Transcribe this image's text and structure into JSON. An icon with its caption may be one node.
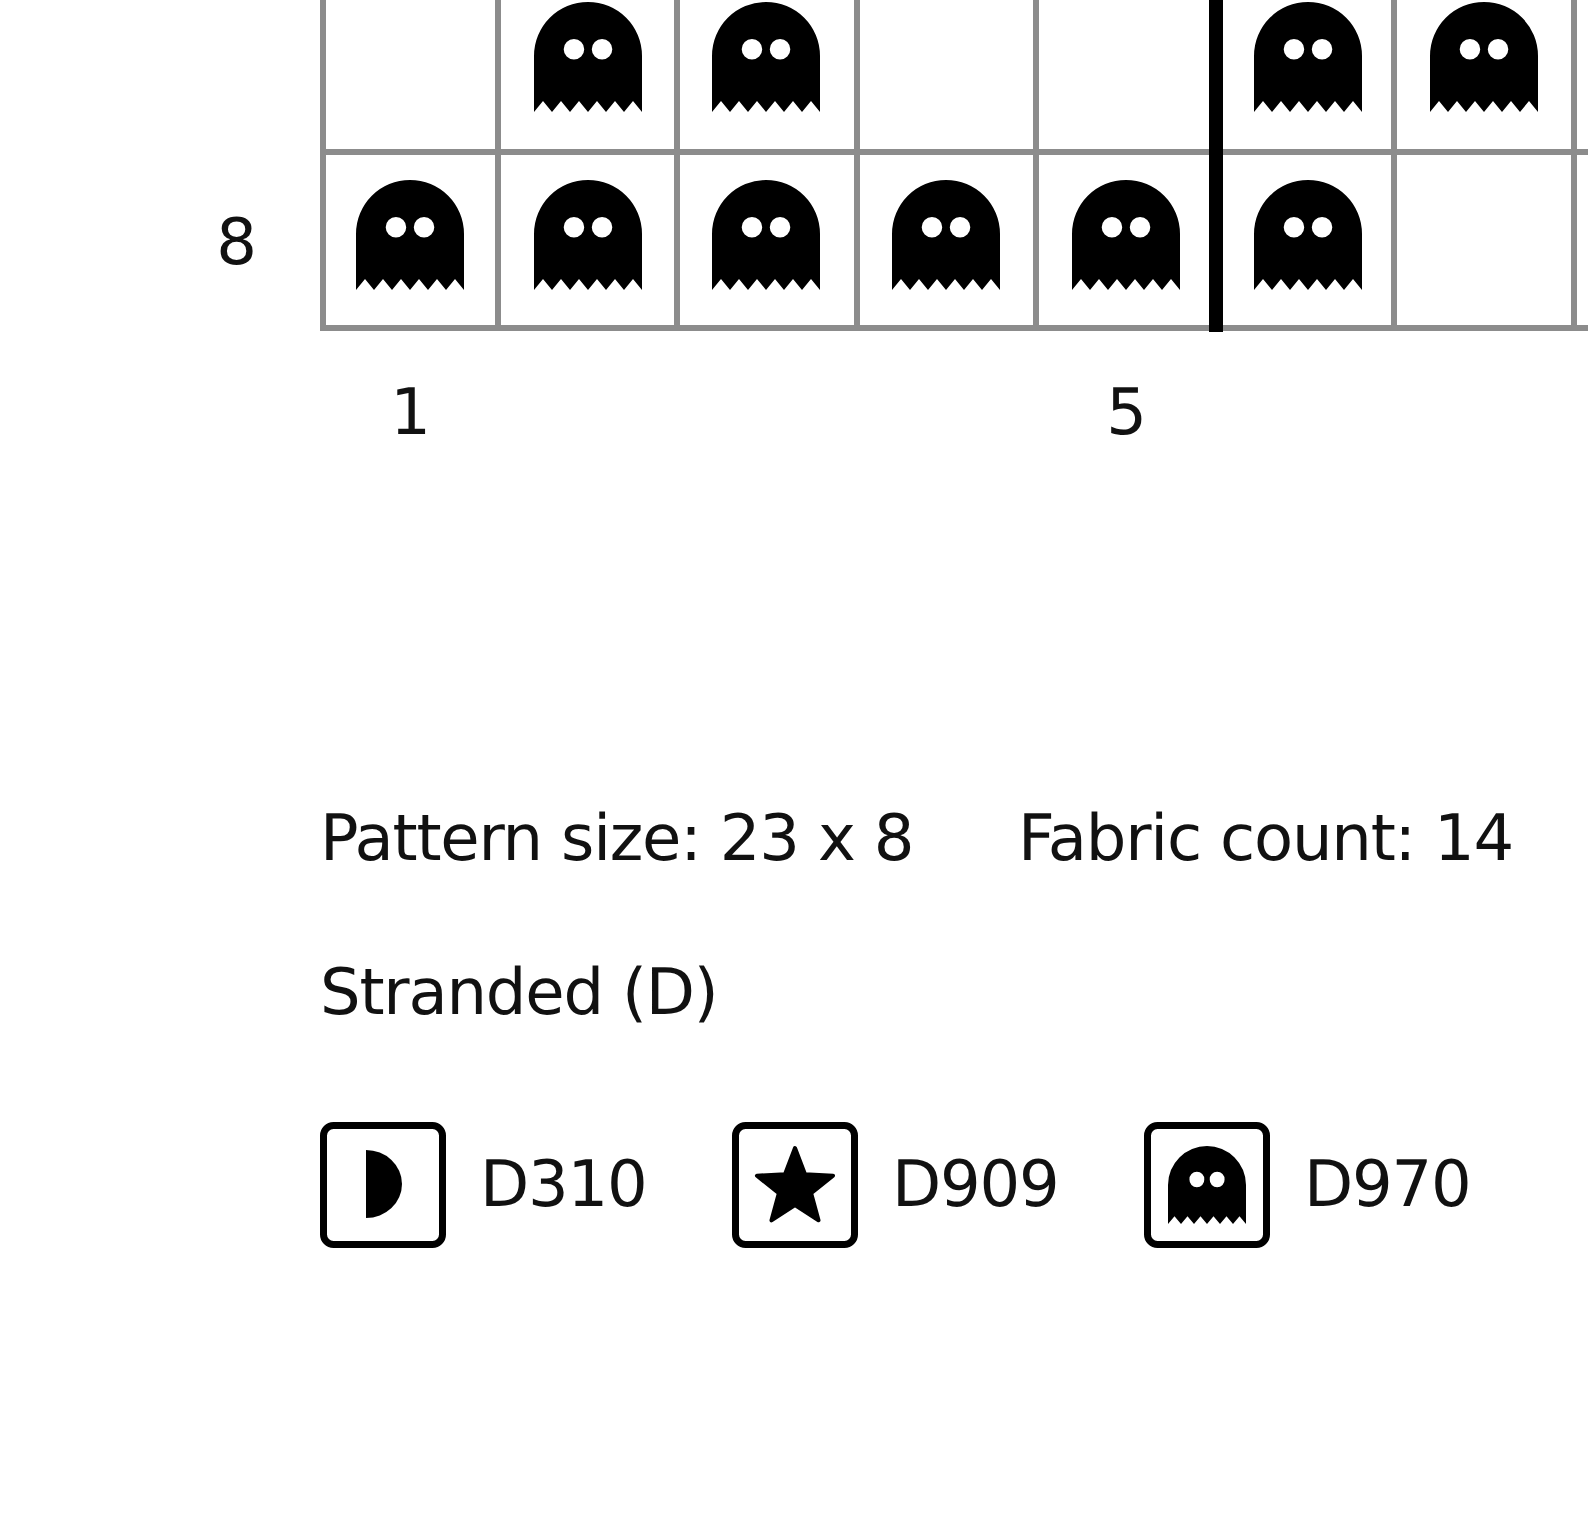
{
  "diagram": {
    "labels": [
      "8",
      "1",
      "5",
      "Pattern size: 23 x 8",
      "Fabric count: 14",
      "Stranded (D)"
    ],
    "legend": [
      {
        "text": "D310"
      },
      {
        "text": "D909"
      },
      {
        "text": "D970"
      }
    ]
  }
}
